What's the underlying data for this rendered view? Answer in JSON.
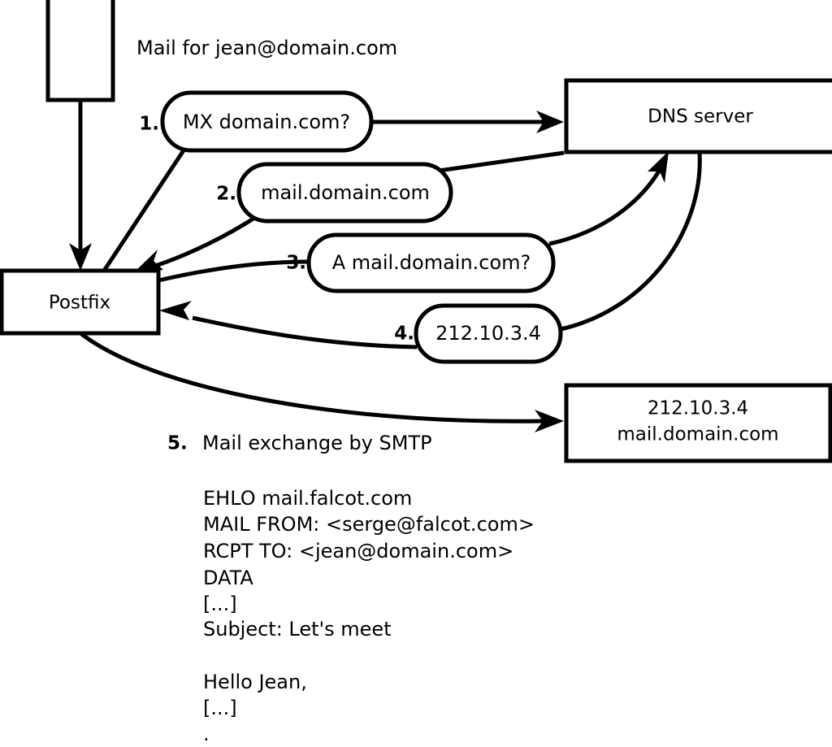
{
  "diagram": {
    "title_caption": "Mail for jean@domain.com",
    "nodes": {
      "sender_host": "",
      "postfix": "Postfix",
      "dns_server": "DNS server",
      "target_server_line1": "212.10.3.4",
      "target_server_line2": "mail.domain.com"
    },
    "steps": [
      {
        "number": "1.",
        "label": "MX domain.com?"
      },
      {
        "number": "2.",
        "label": "mail.domain.com"
      },
      {
        "number": "3.",
        "label": "A mail.domain.com?"
      },
      {
        "number": "4.",
        "label": "212.10.3.4"
      }
    ],
    "step5": {
      "number": "5.",
      "label": "Mail exchange by SMTP"
    },
    "smtp_transcript": [
      "EHLO mail.falcot.com",
      "MAIL FROM: <serge@falcot.com>",
      "RCPT TO: <jean@domain.com>",
      "DATA",
      "[...]",
      "Subject: Let's meet",
      "",
      "Hello Jean,",
      "[...]",
      "."
    ],
    "colors": {
      "stroke": "#000000",
      "fill": "#ffffff",
      "background": "#ffffff"
    }
  }
}
